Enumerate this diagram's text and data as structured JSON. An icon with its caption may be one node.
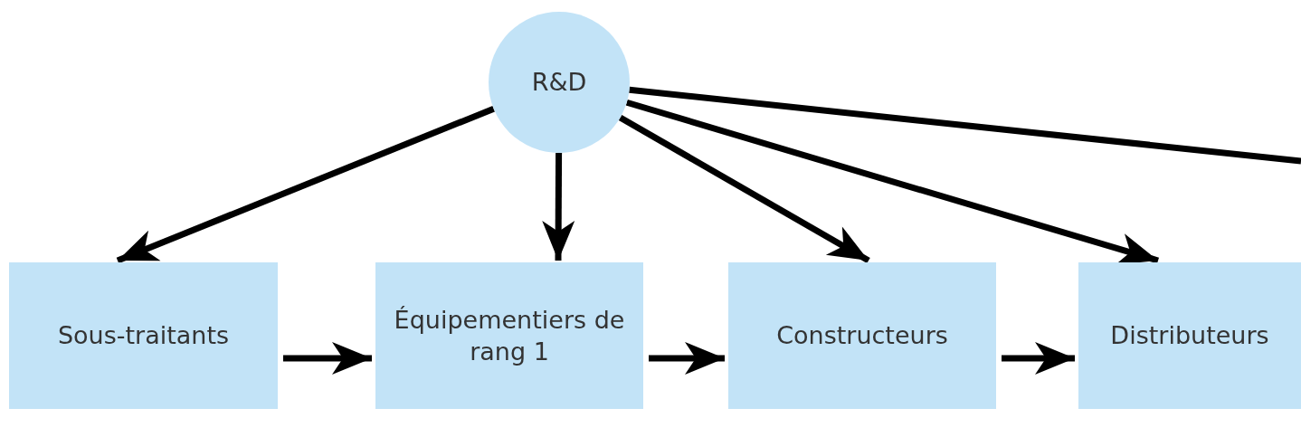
{
  "diagram": {
    "nodes": [
      {
        "text": [
          "R&D"
        ]
      },
      {
        "text": [
          "Sous-traitants"
        ]
      },
      {
        "text": [
          "Équipementiers de rang 1"
        ]
      },
      {
        "text": [
          "Constructeurs"
        ]
      },
      {
        "text": [
          "Distributeurs"
        ]
      }
    ],
    "edges": [
      {
        "from": 0,
        "to": 1,
        "arrow": "to"
      },
      {
        "from": 0,
        "to": 2,
        "arrow": "to"
      },
      {
        "from": 0,
        "to": 3,
        "arrow": "to"
      },
      {
        "from": 0,
        "to": 4,
        "arrow": "to"
      },
      {
        "from": 0,
        "to": null,
        "arrow": "none"
      },
      {
        "from": 1,
        "to": 2,
        "arrow": "to"
      },
      {
        "from": 2,
        "to": 3,
        "arrow": "to"
      },
      {
        "from": 3,
        "to": 4,
        "arrow": "to"
      }
    ]
  }
}
